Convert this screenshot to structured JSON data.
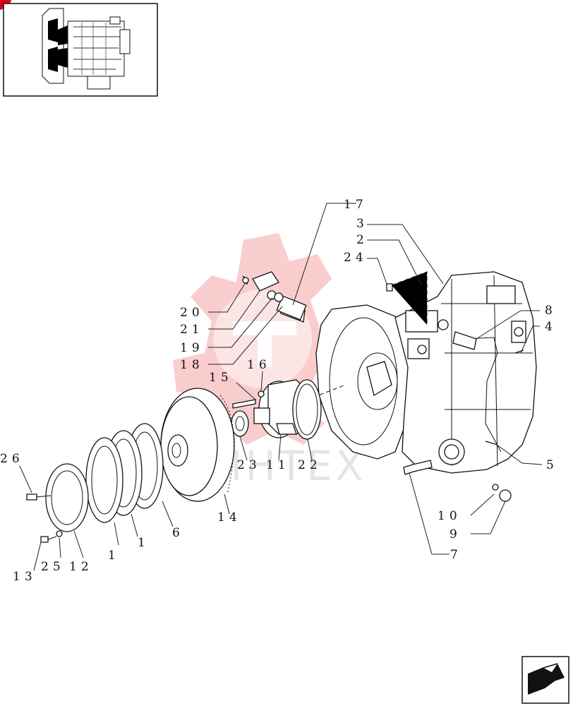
{
  "diagram": {
    "watermark_text": "ИНТЕХ",
    "callouts": [
      {
        "id": "c17",
        "text": "17"
      },
      {
        "id": "c3",
        "text": "3"
      },
      {
        "id": "c2",
        "text": "2"
      },
      {
        "id": "c24",
        "text": "24"
      },
      {
        "id": "c8",
        "text": "8"
      },
      {
        "id": "c4",
        "text": "4"
      },
      {
        "id": "c20",
        "text": "20"
      },
      {
        "id": "c21",
        "text": "21"
      },
      {
        "id": "c19",
        "text": "19"
      },
      {
        "id": "c18",
        "text": "18"
      },
      {
        "id": "c15",
        "text": "15"
      },
      {
        "id": "c16",
        "text": "16"
      },
      {
        "id": "c26",
        "text": "26"
      },
      {
        "id": "c23",
        "text": "23"
      },
      {
        "id": "c11",
        "text": "11"
      },
      {
        "id": "c22",
        "text": "22"
      },
      {
        "id": "c5",
        "text": "5"
      },
      {
        "id": "c14",
        "text": "14"
      },
      {
        "id": "c6",
        "text": "6"
      },
      {
        "id": "c1a",
        "text": "1"
      },
      {
        "id": "c1b",
        "text": "1"
      },
      {
        "id": "c10",
        "text": "10"
      },
      {
        "id": "c9",
        "text": "9"
      },
      {
        "id": "c7",
        "text": "7"
      },
      {
        "id": "c13",
        "text": "13"
      },
      {
        "id": "c25",
        "text": "25"
      },
      {
        "id": "c12",
        "text": "12"
      }
    ]
  },
  "icons": {
    "thumbnail": "transmission-thumbnail-icon",
    "nav": "next-page-arrow-icon",
    "corner": "red-corner-marker-icon"
  },
  "colors": {
    "watermark_red": "#f5a5a5",
    "corner_red": "#e0001a",
    "line": "#111111"
  }
}
